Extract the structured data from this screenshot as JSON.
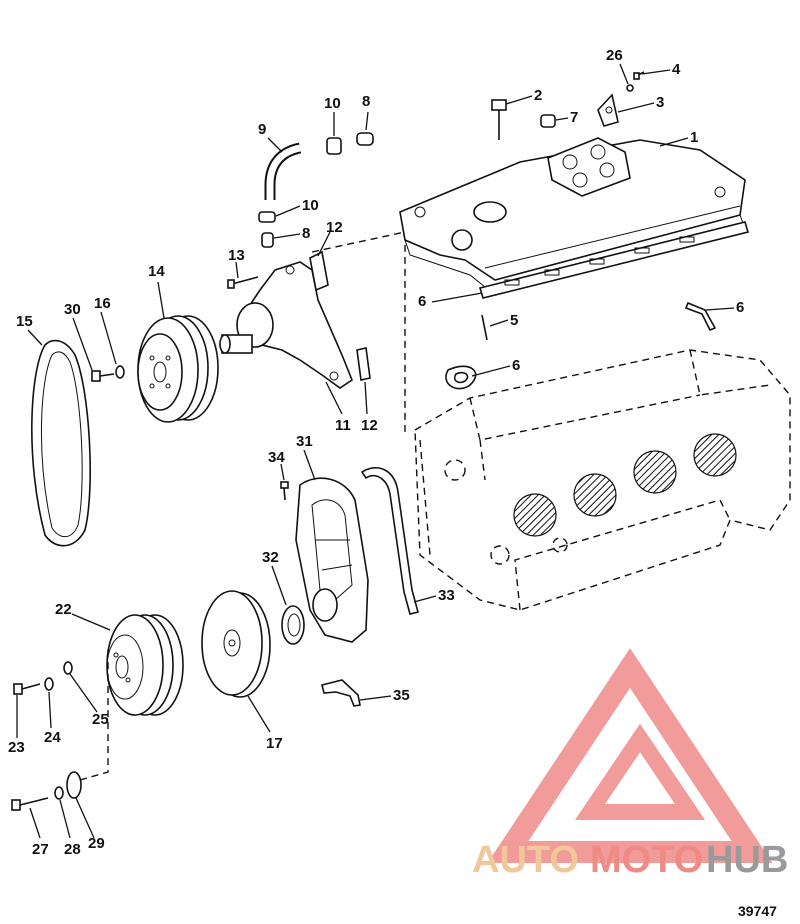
{
  "figure_number": "39747",
  "watermark": {
    "auto": "AUTO",
    "moto": "MOTO",
    "hub": "HUB",
    "color_auto": "#f2c79a",
    "color_moto": "#ef8a84",
    "color_hub": "#9a9a9a",
    "logo_color": "#ee8a88"
  },
  "callouts": {
    "c1": "1",
    "c2": "2",
    "c3": "3",
    "c4": "4",
    "c5": "5",
    "c6a": "6",
    "c6b": "6",
    "c6c": "6",
    "c7": "7",
    "c8a": "8",
    "c8b": "8",
    "c9": "9",
    "c10a": "10",
    "c10b": "10",
    "c11": "11",
    "c12a": "12",
    "c12b": "12",
    "c13": "13",
    "c14": "14",
    "c15": "15",
    "c16": "16",
    "c17": "17",
    "c22": "22",
    "c23": "23",
    "c24": "24",
    "c25": "25",
    "c26": "26",
    "c27": "27",
    "c28": "28",
    "c29": "29",
    "c30": "30",
    "c31": "31",
    "c32": "32",
    "c33": "33",
    "c34": "34",
    "c35": "35"
  }
}
